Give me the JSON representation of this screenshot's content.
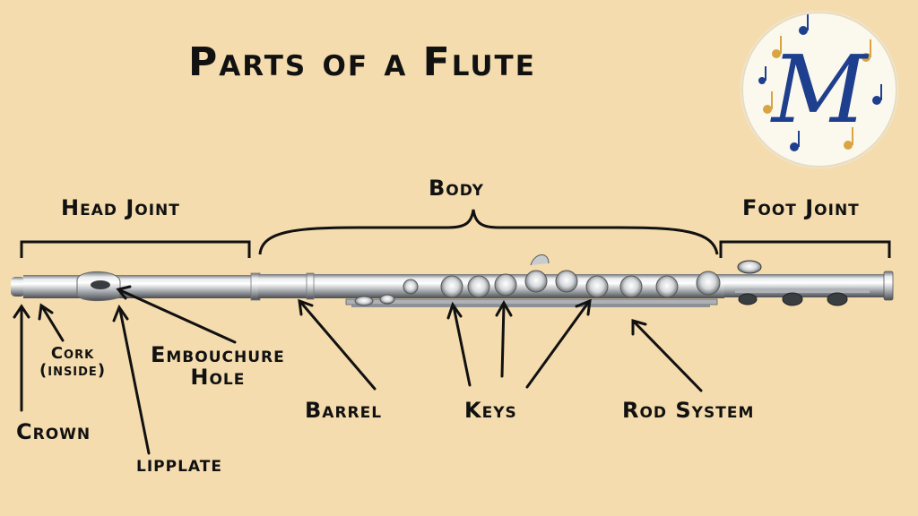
{
  "title": "Parts of a Flute",
  "sections": {
    "head_joint": "Head Joint",
    "body": "Body",
    "foot_joint": "Foot Joint"
  },
  "labels": {
    "crown": "Crown",
    "cork": [
      "Cork",
      "(inside)"
    ],
    "embouchure_hole": [
      "Embouchure",
      "Hole"
    ],
    "lipplate": "lipplate",
    "barrel": "Barrel",
    "keys": "Keys",
    "rod_system": "Rod System"
  },
  "logo": {
    "letter": "M",
    "icon": "music-notes-badge-icon"
  },
  "colors": {
    "background": "#f4dcae",
    "text": "#111111",
    "silver": "#c9cccf",
    "logo_blue": "#1e3f8e",
    "logo_gold": "#d9a441"
  }
}
